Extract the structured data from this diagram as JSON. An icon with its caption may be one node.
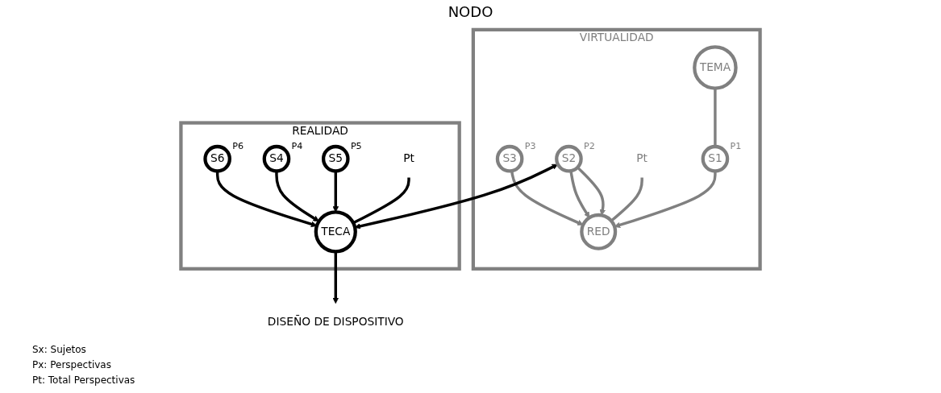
{
  "diagram": {
    "title": "NODO",
    "nodes": [
      {
        "text": [
          "VIRTUALIDAD"
        ]
      },
      {
        "text": [
          "Pt"
        ],
        "in": 0
      },
      {
        "text": [
          "TEMA"
        ],
        "in": 0
      },
      {
        "text": [
          "S1"
        ],
        "in": 0,
        "beside": [
          "P1"
        ]
      },
      {
        "text": [
          "RED"
        ],
        "in": 0
      },
      {
        "text": [
          "S2"
        ],
        "in": 0,
        "beside": [
          "P2"
        ]
      },
      {
        "text": [
          "S3"
        ],
        "in": 0,
        "beside": [
          "P3"
        ]
      },
      {
        "text": [
          "REALIDAD"
        ]
      },
      {
        "text": [
          "Pt"
        ],
        "in": 7
      },
      {
        "text": [
          "S5"
        ],
        "in": 7,
        "beside": [
          "P5"
        ]
      },
      {
        "text": [
          "TECA"
        ],
        "in": 7
      },
      {
        "text": [
          "S4"
        ],
        "in": 7,
        "beside": [
          "P4"
        ]
      },
      {
        "text": [
          "S6"
        ],
        "in": 7,
        "beside": [
          "P6"
        ]
      },
      {
        "text": [
          "DISEÑO DE DISPOSITIVO"
        ]
      }
    ],
    "edges": [
      {
        "from": 2,
        "to": 3,
        "arrow": "none",
        "color": "#808080"
      },
      {
        "from": 3,
        "to": 4,
        "arrow": "to",
        "color": "#808080"
      },
      {
        "from": 1,
        "to": 4,
        "arrow": "none",
        "color": "#808080"
      },
      {
        "from": 5,
        "to": 4,
        "arrow": "to",
        "color": "#808080"
      },
      {
        "from": 5,
        "to": 4,
        "arrow": "to",
        "color": "#808080"
      },
      {
        "from": 6,
        "to": 4,
        "arrow": "to",
        "color": "#808080"
      },
      {
        "from": 5,
        "to": 10,
        "arrow": "both",
        "color": "#000000"
      },
      {
        "from": 8,
        "to": 10,
        "arrow": "none",
        "color": "#000000"
      },
      {
        "from": 9,
        "to": 10,
        "arrow": "to",
        "color": "#000000"
      },
      {
        "from": 11,
        "to": 10,
        "arrow": "to",
        "color": "#000000"
      },
      {
        "from": 12,
        "to": 10,
        "arrow": "to",
        "color": "#000000"
      },
      {
        "from": 10,
        "to": 13,
        "arrow": "to",
        "color": "#000000"
      }
    ],
    "labels": [
      "Sx: Sujetos",
      "Px: Perspectivas",
      "Pt: Total Perspectivas"
    ]
  }
}
